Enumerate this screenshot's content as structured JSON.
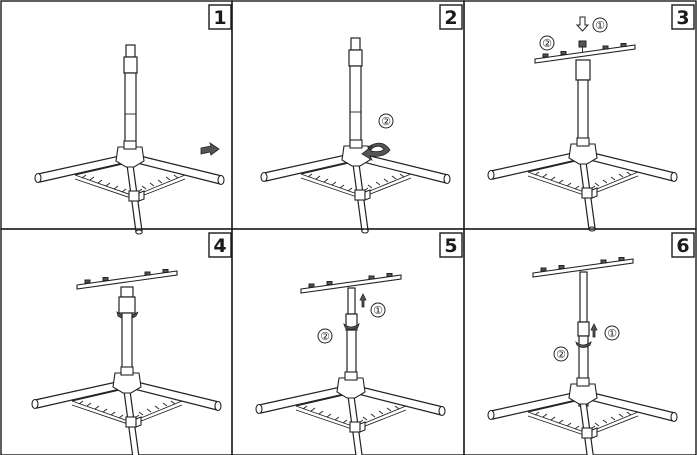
{
  "panels": [
    {
      "number": "1",
      "callouts": []
    },
    {
      "number": "2",
      "callouts": [
        "②"
      ]
    },
    {
      "number": "3",
      "callouts": [
        "①",
        "②"
      ]
    },
    {
      "number": "4",
      "callouts": []
    },
    {
      "number": "5",
      "callouts": [
        "①",
        "②"
      ]
    },
    {
      "number": "6",
      "callouts": [
        "①",
        "②"
      ]
    }
  ],
  "colors": {
    "line": "#222222",
    "frame": "#1a1a1a",
    "arrow_fill": "#555555",
    "background": "#ffffff"
  },
  "icons": [
    "rotate-arrow-icon",
    "slide-arrow-icon",
    "down-arrow-icon",
    "up-arrow-icon"
  ]
}
